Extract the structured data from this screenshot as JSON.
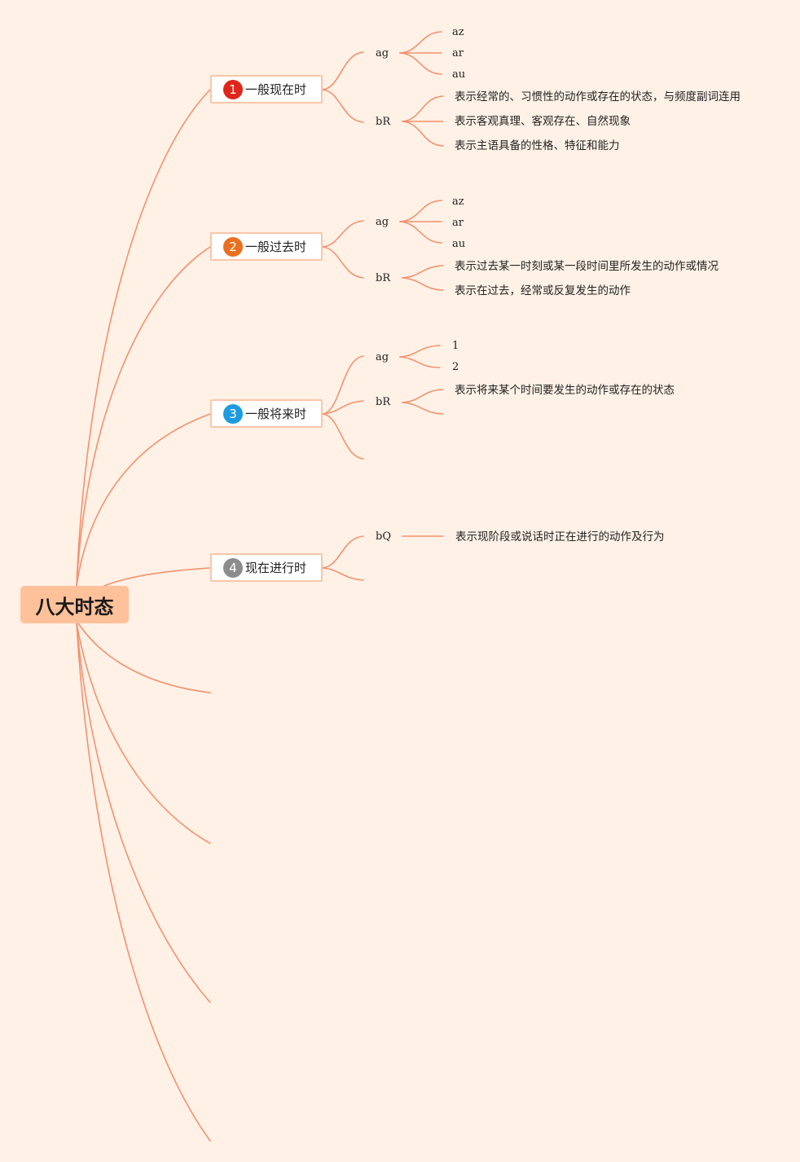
{
  "colors": {
    "background": "#fff1e6",
    "line": "#f4916f",
    "root_fill": "#ffc19a",
    "topic_border": "#fbc5a8",
    "badge_1": "#e0261b",
    "badge_2": "#e9701f",
    "badge_3": "#1d9be0",
    "badge_4": "#8c8c8c"
  },
  "root": {
    "label": "八大时态"
  },
  "topics": [
    {
      "badge": "1",
      "label": "一般现在时",
      "ag_label": "ag",
      "ag_items": [
        "az",
        "ar",
        "au"
      ],
      "br_label": "bR",
      "br_items": [
        "表示经常的、习惯性的动作或存在的状态，与频度副词连用",
        "表示客观真理、客观存在、自然现象",
        "表示主语具备的性格、特征和能力"
      ]
    },
    {
      "badge": "2",
      "label": "一般过去时",
      "ag_label": "ag",
      "ag_items": [
        "az",
        "ar",
        "au"
      ],
      "br_label": "bR",
      "br_items": [
        "表示过去某一时刻或某一段时间里所发生的动作或情况",
        "表示在过去，经常或反复发生的动作"
      ]
    },
    {
      "badge": "3",
      "label": "一般将来时",
      "ag_label": "ag",
      "ag_items": [
        "1",
        "2"
      ],
      "br_label": "bR",
      "br_items": [
        "表示将来某个时间要发生的动作或存在的状态"
      ]
    },
    {
      "badge": "4",
      "label": "现在进行时",
      "bq_label": "bQ",
      "bq_items": [
        "表示现阶段或说话时正在进行的动作及行为"
      ]
    }
  ]
}
